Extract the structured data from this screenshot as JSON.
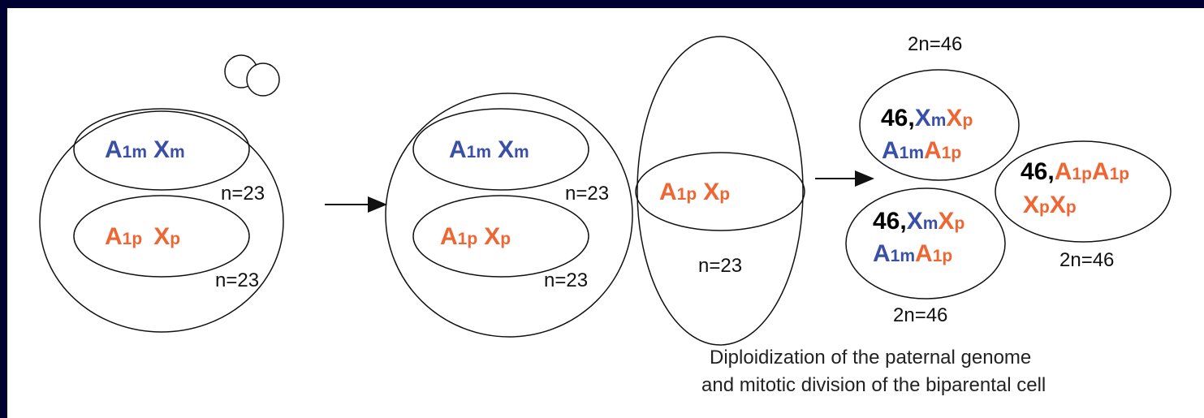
{
  "colors": {
    "background": "#000033",
    "panel": "#ffffff",
    "maternal": "#3a4fa6",
    "paternal": "#ee6633",
    "count": "#000000"
  },
  "stage1": {
    "nucleus_top": {
      "a": "A",
      "a_sub": "1m",
      "x": "X",
      "x_sub": "m"
    },
    "nucleus_bottom": {
      "a": "A",
      "a_sub": "1p",
      "x": "X",
      "x_sub": "p"
    },
    "n_top": "n=23",
    "n_bottom": "n=23"
  },
  "stage2": {
    "nucleus_top": {
      "a": "A",
      "a_sub": "1m",
      "x": "X",
      "x_sub": "m"
    },
    "nucleus_bottom": {
      "a": "A",
      "a_sub": "1p",
      "x": "X",
      "x_sub": "p"
    },
    "n_top": "n=23",
    "n_bottom": "n=23",
    "bud_nucleus": {
      "a": "A",
      "a_sub": "1p",
      "x": "X",
      "x_sub": "p"
    },
    "bud_n": "n=23"
  },
  "stage3": {
    "top_cell": {
      "count": "46,",
      "l1_x1": "X",
      "l1_x1_sub": "m",
      "l1_x2": "X",
      "l1_x2_sub": "p",
      "l2_a1": "A",
      "l2_a1_sub": "1m",
      "l2_a2": "A",
      "l2_a2_sub": "1p",
      "ploidy": "2n=46"
    },
    "bottom_cell": {
      "count": "46,",
      "l1_x1": "X",
      "l1_x1_sub": "m",
      "l1_x2": "X",
      "l1_x2_sub": "p",
      "l2_a1": "A",
      "l2_a1_sub": "1m",
      "l2_a2": "A",
      "l2_a2_sub": "1p",
      "ploidy": "2n=46"
    },
    "right_cell": {
      "count": "46,",
      "l1_a1": "A",
      "l1_a1_sub": "1p",
      "l1_a2": "A",
      "l1_a2_sub": "1p",
      "l2_x1": "X",
      "l2_x1_sub": "p",
      "l2_x2": "X",
      "l2_x2_sub": "p",
      "ploidy": "2n=46"
    }
  },
  "caption": {
    "line1": "Diploidization of the paternal genome",
    "line2": "and mitotic division of the biparental cell"
  }
}
